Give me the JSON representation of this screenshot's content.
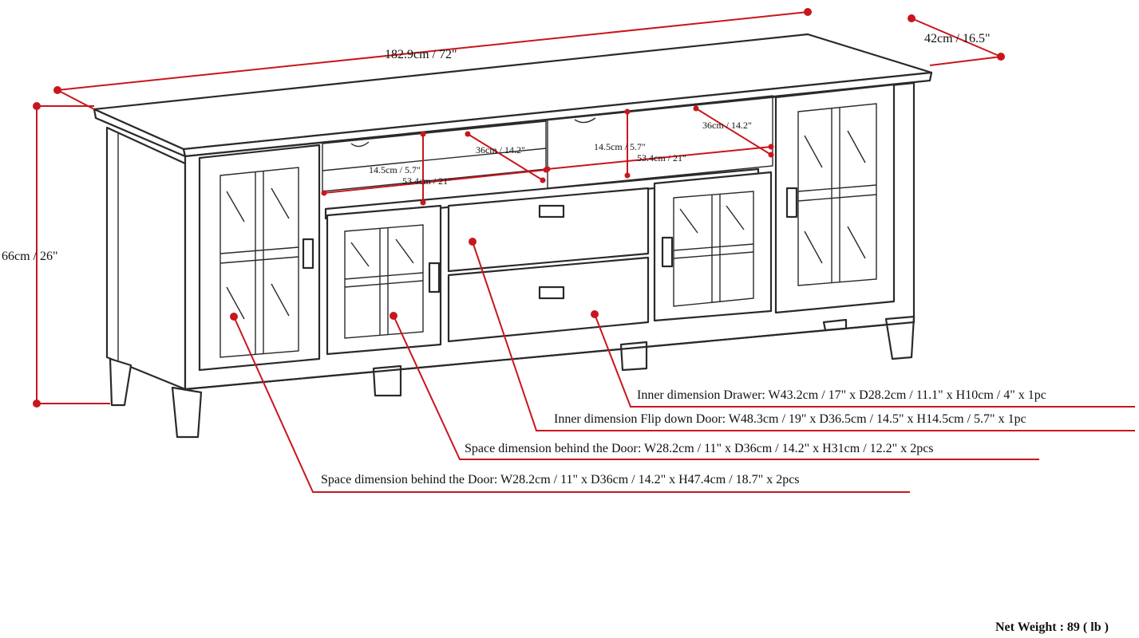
{
  "dimensions": {
    "width": "182.9cm / 72\"",
    "depth": "42cm / 16.5\"",
    "height": "66cm / 26\"",
    "shelf_depth_left": "36cm / 14.2\"",
    "shelf_depth_right": "36cm / 14.2\"",
    "shelf_height_left": "14.5cm / 5.7\"",
    "shelf_height_right": "14.5cm / 5.7\"",
    "shelf_width_left": "53.4cm / 21\"",
    "shelf_width_right": "53.4cm / 21\""
  },
  "callouts": {
    "drawer": "Inner dimension Drawer: W43.2cm / 17\" x D28.2cm / 11.1\" x H10cm / 4\" x 1pc",
    "flip_door": "Inner dimension Flip down Door: W48.3cm / 19\" x D36.5cm / 14.5\" x H14.5cm / 5.7\" x 1pc",
    "inner_door": "Space dimension behind the Door: W28.2cm / 11\" x D36cm / 14.2\" x H31cm / 12.2\" x 2pcs",
    "outer_door": "Space dimension behind the Door:  W28.2cm / 11\" x D36cm / 14.2\" x H47.4cm / 18.7\" x 2pcs"
  },
  "net_weight": "Net Weight : 89 ( lb )",
  "colors": {
    "dimension_line": "#c8161d",
    "line_art": "#2a2a2a",
    "background": "#ffffff"
  }
}
